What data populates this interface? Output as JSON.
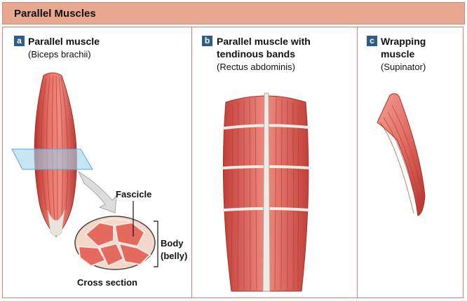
{
  "header": {
    "title": "Parallel Muscles"
  },
  "panels": [
    {
      "badge": "a",
      "title": "Parallel muscle",
      "subtitle": "(Biceps brachii)"
    },
    {
      "badge": "b",
      "title_line1": "Parallel muscle with",
      "title_line2": "tendinous bands",
      "subtitle": "(Rectus abdominis)"
    },
    {
      "badge": "c",
      "title_line1": "Wrapping",
      "title_line2": "muscle",
      "subtitle": "(Supinator)"
    }
  ],
  "labels": {
    "fascicle": "Fascicle",
    "body_line1": "Body",
    "body_line2": "(belly)",
    "cross_section": "Cross section"
  },
  "colors": {
    "header_bg": "#e8a78f",
    "panel_border": "#e27c6c",
    "badge_bg": "#2f5d8a",
    "muscle": "#d9534a",
    "muscle_light": "#ee8e82",
    "tendon": "#e6e2dc",
    "plane": "#9ed3ef"
  }
}
